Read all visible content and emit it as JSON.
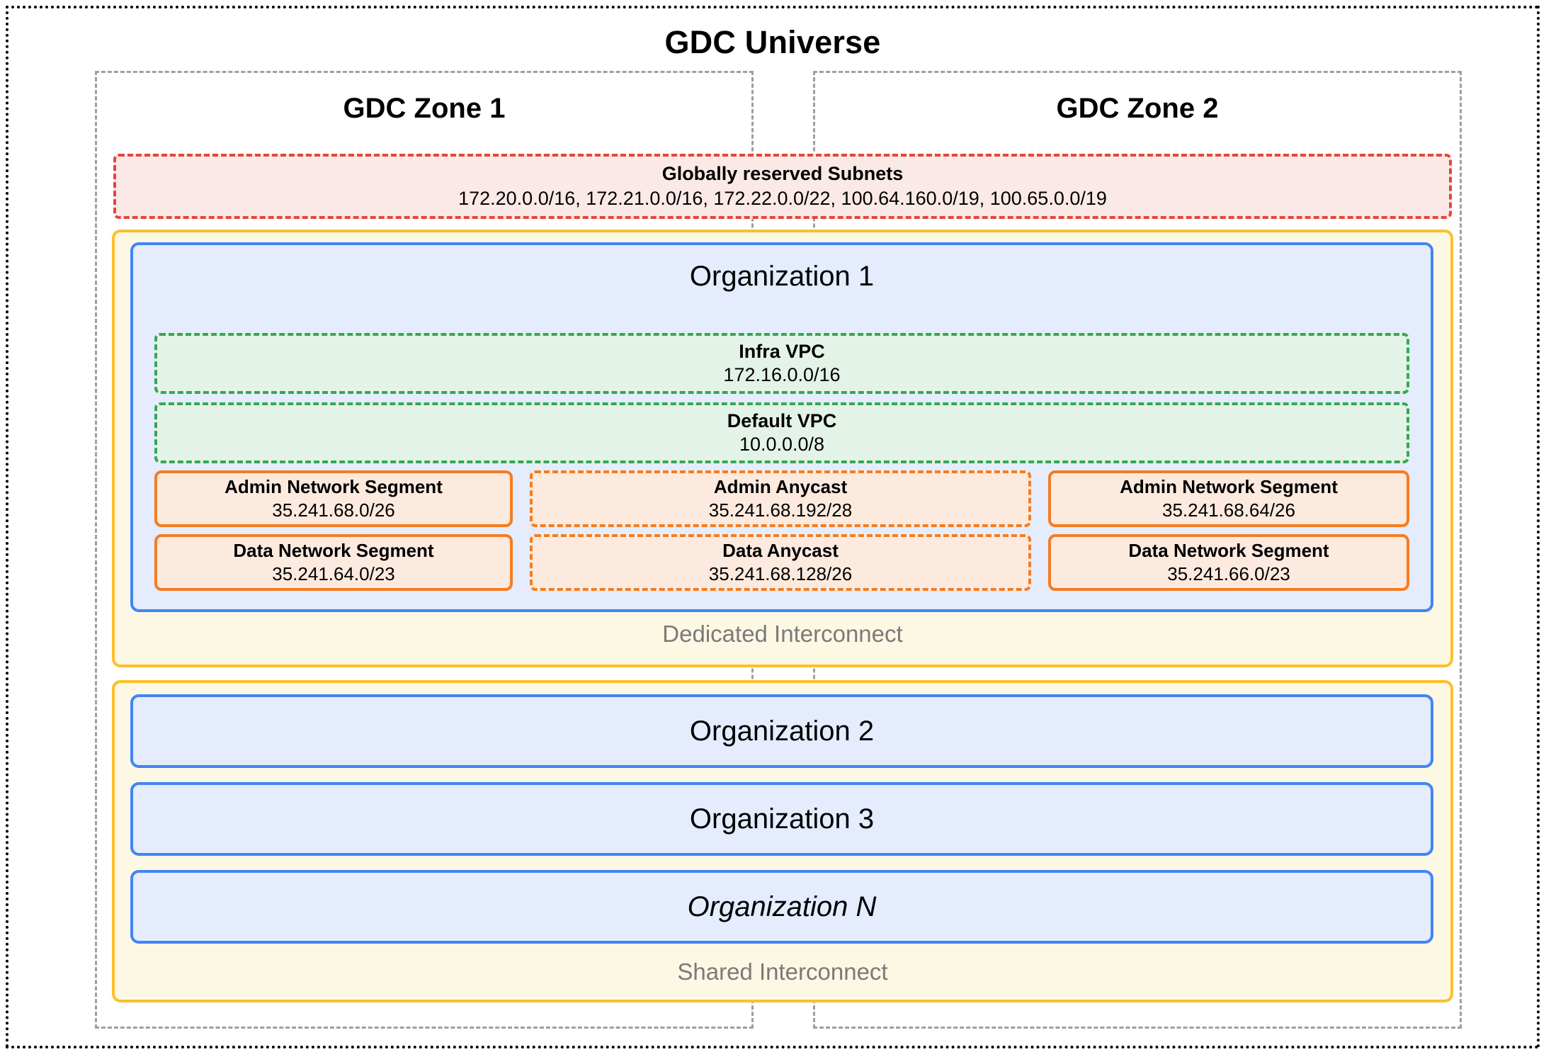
{
  "universe": {
    "title": "GDC Universe"
  },
  "zones": [
    {
      "label": "GDC Zone 1"
    },
    {
      "label": "GDC Zone 2"
    }
  ],
  "reserved_subnets": {
    "title": "Globally reserved Subnets",
    "list": "172.20.0.0/16, 172.21.0.0/16, 172.22.0.0/22, 100.64.160.0/19, 100.65.0.0/19"
  },
  "dedicated_interconnect": {
    "label": "Dedicated Interconnect",
    "organization": {
      "title": "Organization 1",
      "vpcs": [
        {
          "name": "Infra VPC",
          "cidr": "172.16.0.0/16"
        },
        {
          "name": "Default VPC",
          "cidr": "10.0.0.0/8"
        }
      ],
      "segments": {
        "admin_left": {
          "name": "Admin Network Segment",
          "cidr": "35.241.68.0/26"
        },
        "admin_center": {
          "name": "Admin Anycast",
          "cidr": "35.241.68.192/28"
        },
        "admin_right": {
          "name": "Admin Network Segment",
          "cidr": "35.241.68.64/26"
        },
        "data_left": {
          "name": "Data Network Segment",
          "cidr": "35.241.64.0/23"
        },
        "data_center": {
          "name": "Data Anycast",
          "cidr": "35.241.68.128/26"
        },
        "data_right": {
          "name": "Data Network Segment",
          "cidr": "35.241.66.0/23"
        }
      }
    }
  },
  "shared_interconnect": {
    "label": "Shared Interconnect",
    "organizations": [
      {
        "title": "Organization 2"
      },
      {
        "title": "Organization 3"
      },
      {
        "title": "Organization N"
      }
    ]
  },
  "colors": {
    "universe_border": "#000000",
    "zone_border": "#9aa0a6",
    "reserved_border": "#e8443a",
    "reserved_fill": "#fbe9e7",
    "interconnect_border": "#fbc02d",
    "interconnect_fill": "#fdf8e3",
    "org_border": "#4285f4",
    "org_fill": "#e4ecfd",
    "vpc_border": "#34a853",
    "vpc_fill": "#e4f3e7",
    "segment_border": "#f57c20",
    "segment_fill": "#fdeade",
    "interconnect_label": "#7a7a7a"
  }
}
